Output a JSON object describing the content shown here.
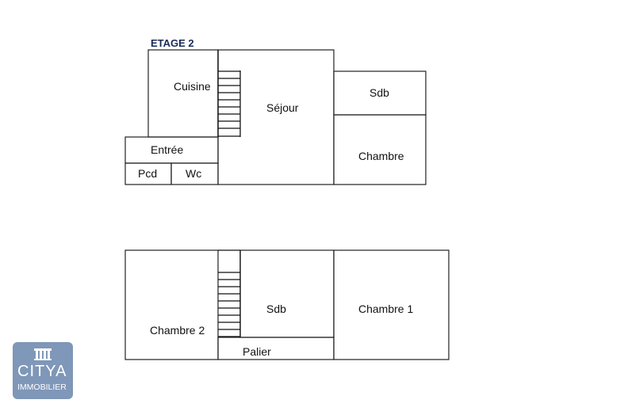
{
  "floor_title": "ETAGE 2",
  "level_upper": {
    "rooms": {
      "cuisine": "Cuisine",
      "sejour": "Séjour",
      "sdb": "Sdb",
      "entree": "Entrée",
      "chambre": "Chambre",
      "pcd": "Pcd",
      "wc": "Wc"
    }
  },
  "level_lower": {
    "rooms": {
      "chambre_2": "Chambre 2",
      "sdb": "Sdb",
      "chambre_1": "Chambre 1",
      "palier": "Palier"
    }
  },
  "logo": {
    "brand": "CITYA",
    "tagline": "IMMOBILIER",
    "color": "#7f97b8"
  },
  "colors": {
    "walls": "#222222",
    "title": "#1a2a5a"
  }
}
